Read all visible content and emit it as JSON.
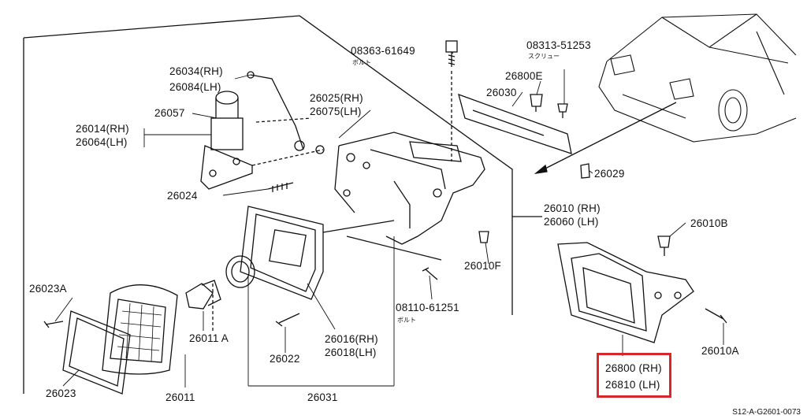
{
  "labels": {
    "l08363": "08363-61649",
    "l08363_sub": "ボルト",
    "l08313": "08313-51253",
    "l08313_sub": "スクリュー",
    "l26800E": "26800E",
    "l26030": "26030",
    "l26034": "26034(RH)",
    "l26084": "26084(LH)",
    "l26057": "26057",
    "l26025": "26025(RH)",
    "l26075": "26075(LH)",
    "l26014": "26014(RH)",
    "l26064": "26064(LH)",
    "l26029": "26029",
    "l26024": "26024",
    "l26010rh": "26010 (RH)",
    "l26060lh": "26060 (LH)",
    "l26010B": "26010B",
    "l26010F": "26010F",
    "l26023A": "26023A",
    "l08110": "08110-61251",
    "l08110_sub": "ボルト",
    "l26011A": "26011 A",
    "l26016": "26016(RH)",
    "l26018": "26018(LH)",
    "l26022": "26022",
    "l26010A": "26010A",
    "l26800": "26800 (RH)",
    "l26810": "26810 (LH)",
    "l26023": "26023",
    "l26011": "26011",
    "l26031": "26031"
  },
  "reference_code": "S12-A-G2601-0073",
  "highlight_color": "#d9262a"
}
